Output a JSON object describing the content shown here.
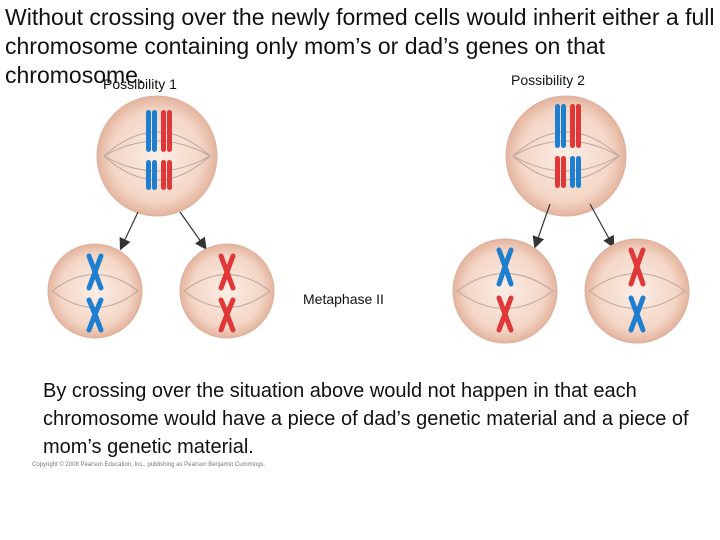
{
  "heading": "Without crossing over the newly formed cells would inherit either a full chromosome containing only mom’s or dad’s genes on that chromosome.",
  "possibility_1_label": "Possibility 1",
  "possibility_2_label": "Possibility 2",
  "metaphase_label": "Metaphase II",
  "caption": "By crossing over the situation above would not happen in that each chromosome would have a piece of dad’s genetic material and a piece of mom’s genetic material.",
  "copyright": "Copyright © 2008 Pearson Education, Inc., publishing as Pearson Benjamin Cummings.",
  "colors": {
    "blue_chromosome": "#1e7fd0",
    "red_chromosome": "#e03838",
    "cell_fill": "#f6ddd0",
    "cell_edge": "#e3b9a6"
  }
}
